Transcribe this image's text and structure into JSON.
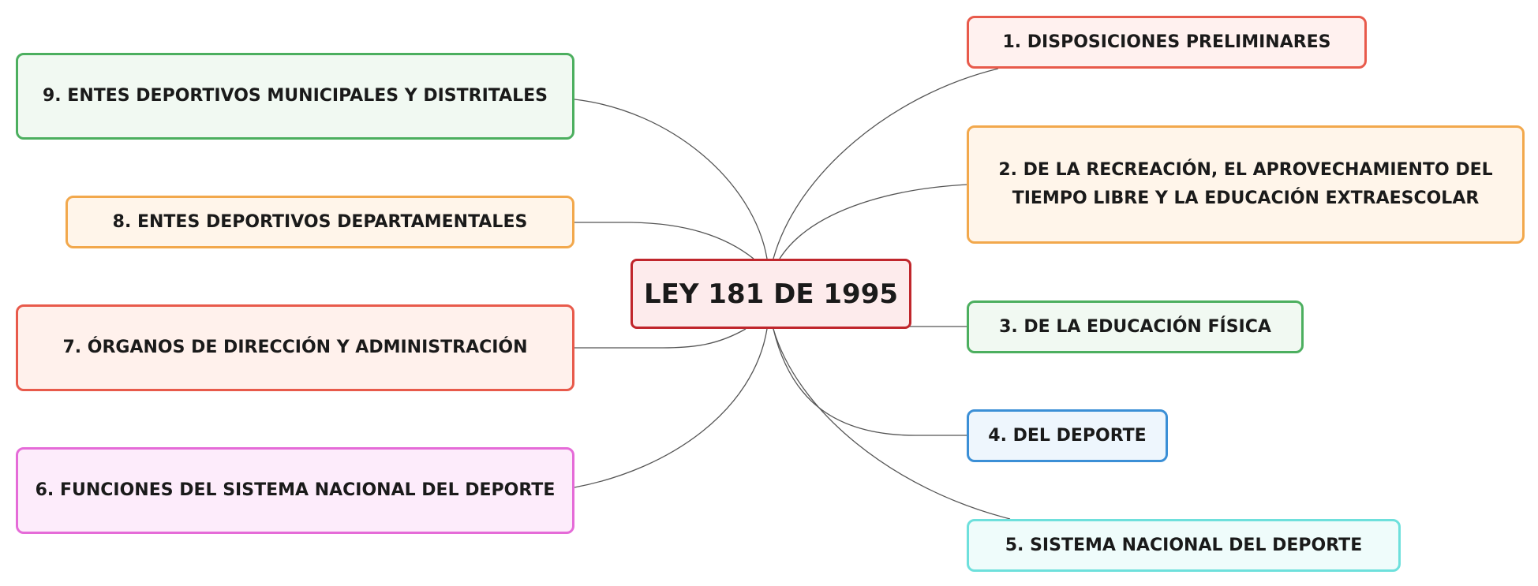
{
  "center": {
    "label": "LEY 181 DE 1995",
    "color": "#c0262c",
    "fill": "#fdebec"
  },
  "branches": [
    {
      "label": "1. DISPOSICIONES PRELIMINARES",
      "color": "#e85a4b",
      "fill": "#fff1ef"
    },
    {
      "label": "2. DE LA RECREACIÓN, EL APROVECHAMIENTO DEL TIEMPO LIBRE Y LA EDUCACIÓN EXTRAESCOLAR",
      "color": "#f2a84c",
      "fill": "#fff5ea"
    },
    {
      "label": "3. DE LA EDUCACIÓN FÍSICA",
      "color": "#4caf5f",
      "fill": "#f1f9f2"
    },
    {
      "label": "4. DEL DEPORTE",
      "color": "#3b8fd6",
      "fill": "#eef6fd"
    },
    {
      "label": "5. SISTEMA NACIONAL DEL DEPORTE",
      "color": "#6ee0dc",
      "fill": "#effcfb"
    },
    {
      "label": "6. FUNCIONES DEL SISTEMA NACIONAL DEL DEPORTE",
      "color": "#e56bd8",
      "fill": "#fdecfb"
    },
    {
      "label": "7. ÓRGANOS DE DIRECCIÓN Y ADMINISTRACIÓN",
      "color": "#e85a4b",
      "fill": "#fff1ec"
    },
    {
      "label": "8. ENTES DEPORTIVOS DEPARTAMENTALES",
      "color": "#f2a84c",
      "fill": "#fff5ea"
    },
    {
      "label": "9. ENTES DEPORTIVOS MUNICIPALES Y DISTRITALES",
      "color": "#4caf5f",
      "fill": "#f1f9f2"
    }
  ]
}
